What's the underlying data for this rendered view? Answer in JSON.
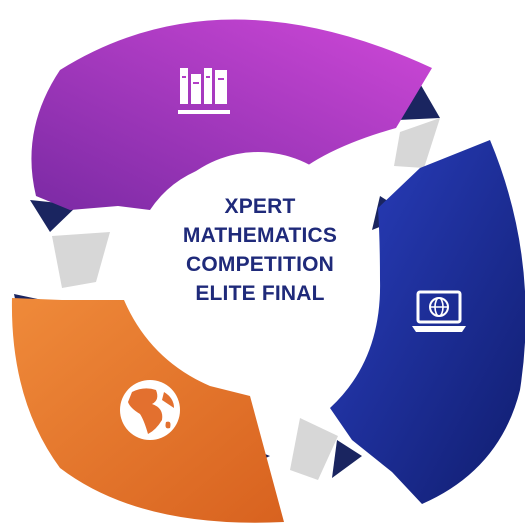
{
  "diagram": {
    "type": "cycle",
    "center_lines": [
      "XPERT",
      "MATHEMATICS",
      "COMPETITION",
      "ELITE FINAL"
    ],
    "segments": [
      {
        "name": "top",
        "icon": "books-icon",
        "color": "#b23fc6"
      },
      {
        "name": "right",
        "icon": "laptop-globe-icon",
        "color": "#1c2f9e"
      },
      {
        "name": "bottom-left",
        "icon": "earth-icon",
        "color": "#e3702f"
      }
    ],
    "center_color": "#1f2a7a",
    "arrow_color": "#d7d7d7",
    "ring_shadow_color": "#1a2560"
  }
}
